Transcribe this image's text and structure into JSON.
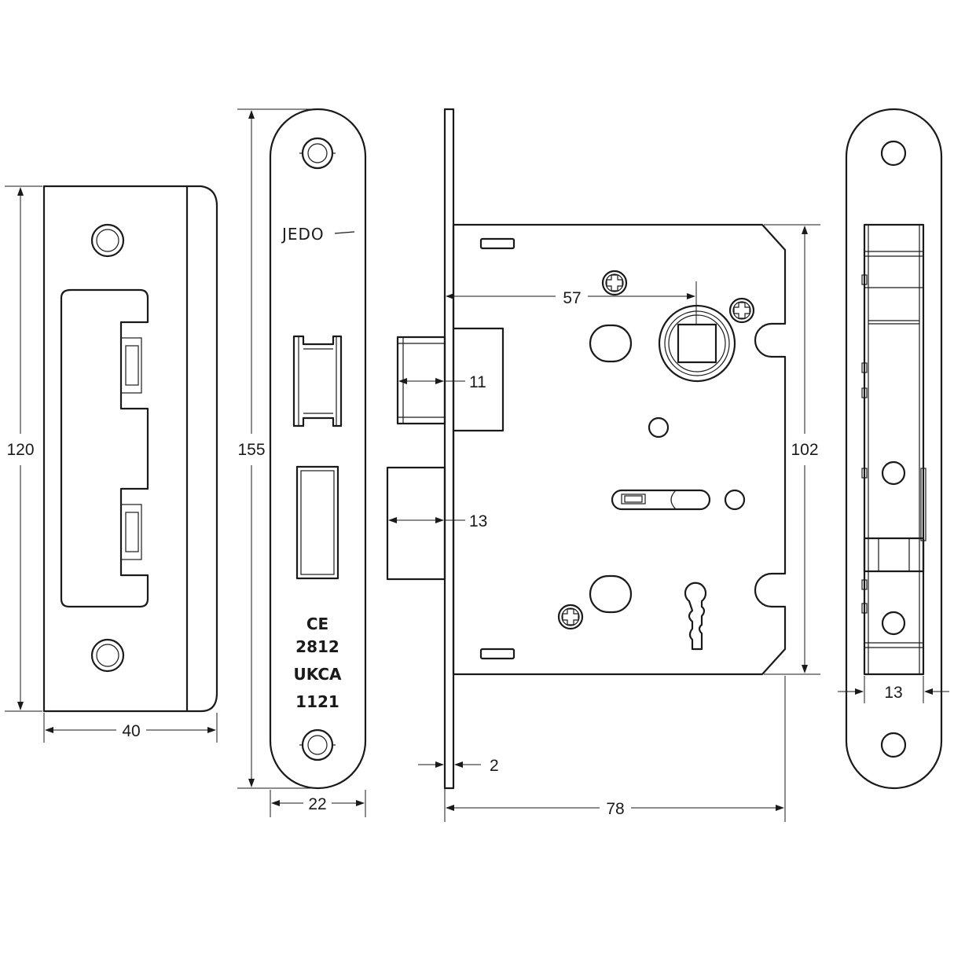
{
  "dimensions": {
    "strike_height": "120",
    "strike_width": "40",
    "faceplate_height": "155",
    "faceplate_width": "22",
    "backset": "57",
    "latch_projection": "11",
    "bolt_projection": "13",
    "case_height": "102",
    "forend_thickness": "2",
    "case_depth": "78",
    "side_thickness": "13"
  },
  "faceplate": {
    "brand": "JEDO",
    "ce_mark": "CE",
    "ce_number": "2812",
    "ukca_mark": "UKCA",
    "ukca_number": "1121"
  },
  "icons": [
    "screw-hole-icon",
    "phillips-screw-icon",
    "keyhole-icon",
    "follower-spindle-icon"
  ]
}
